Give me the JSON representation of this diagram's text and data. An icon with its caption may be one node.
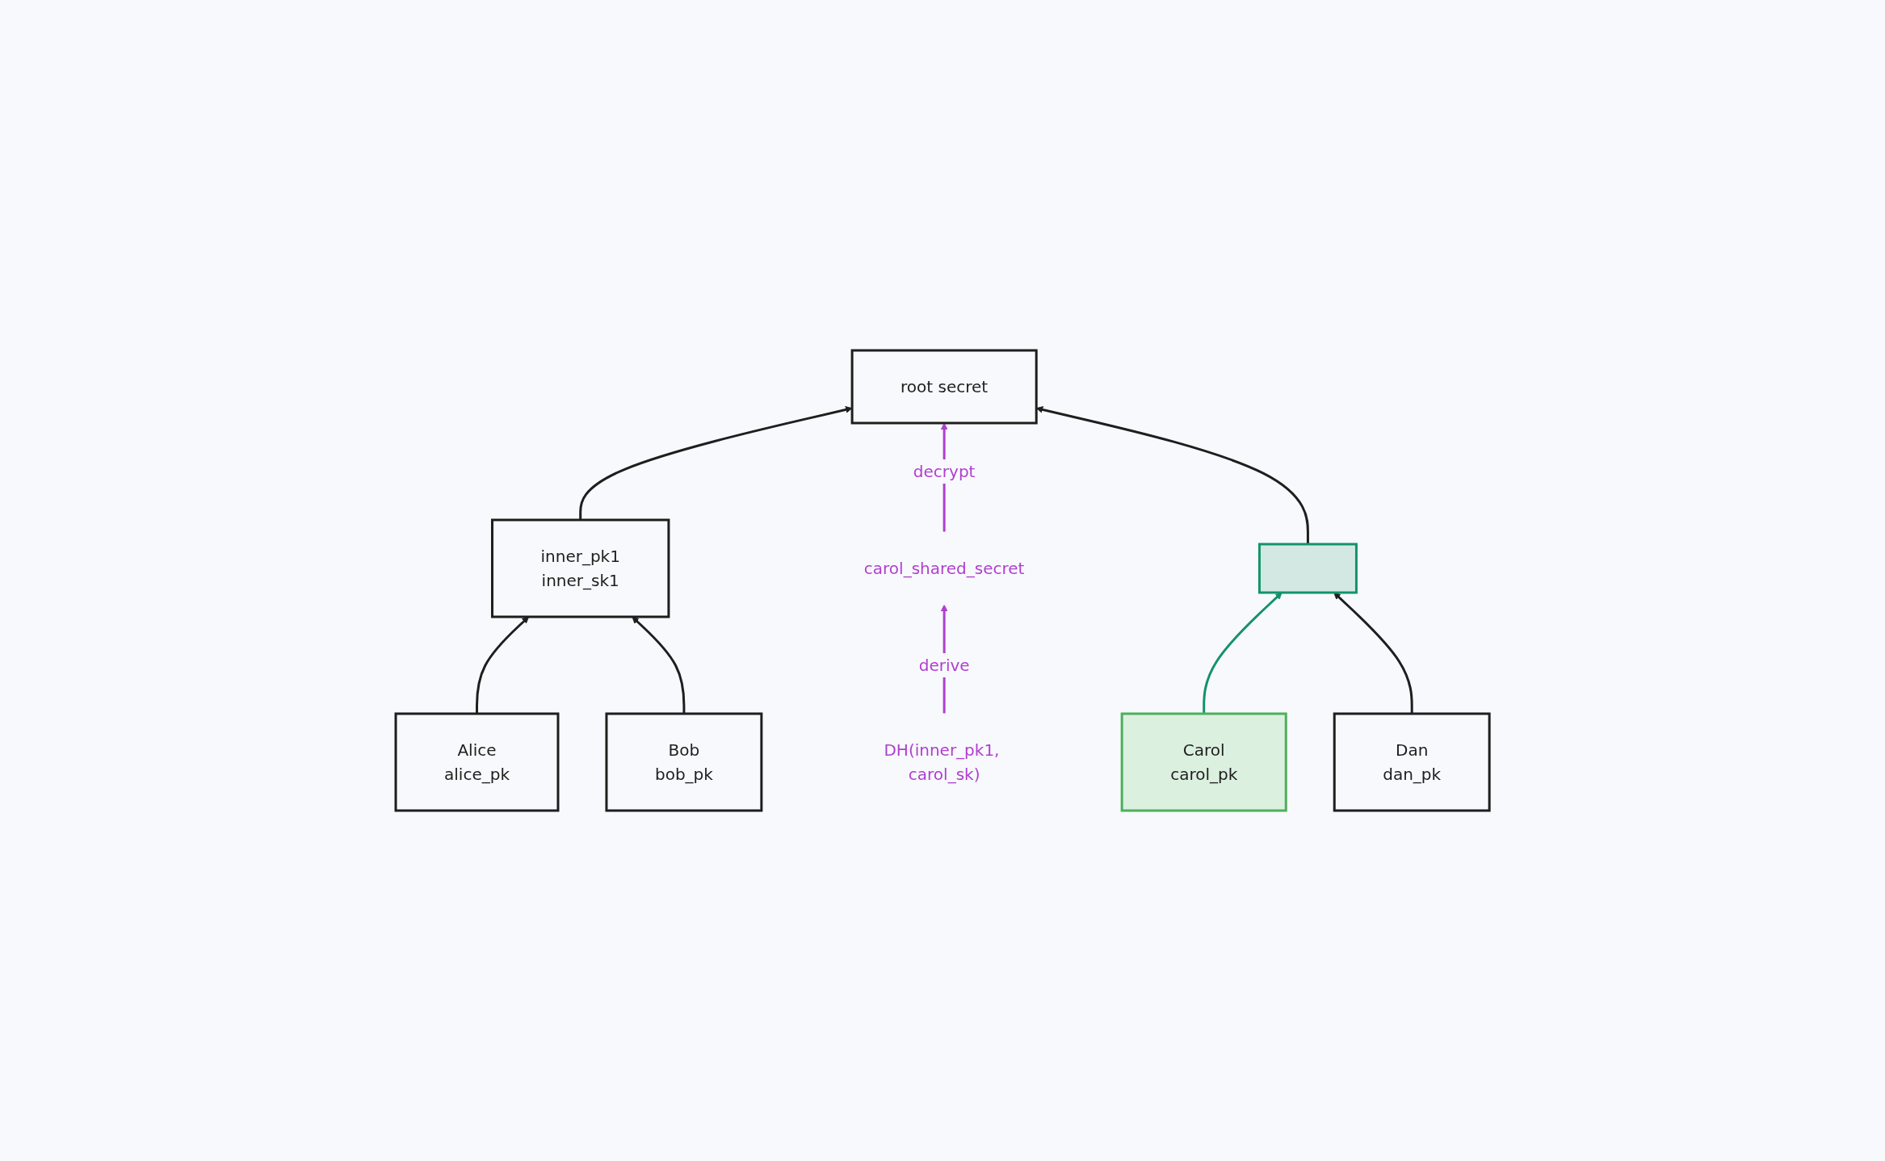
{
  "diagram": {
    "nodes": [
      {
        "text": [
          "root secret"
        ]
      },
      {
        "text": [
          "inner_pk1",
          "inner_sk1"
        ]
      },
      {
        "text": [],
        "shape": "box"
      },
      {
        "text": [
          "Alice",
          "alice_pk"
        ]
      },
      {
        "text": [
          "Bob",
          "bob_pk"
        ]
      },
      {
        "text": [
          "Carol",
          "carol_pk"
        ]
      },
      {
        "text": [
          "Dan",
          "dan_pk"
        ]
      },
      {
        "text": [
          "carol_shared_secret"
        ]
      },
      {
        "text": [
          "DH(inner_pk1, carol_sk)"
        ]
      }
    ],
    "edges": [
      {
        "from": 1,
        "to": 0,
        "arrow": "to"
      },
      {
        "from": 7,
        "to": 0,
        "arrow": "to",
        "label": "decrypt",
        "color": "#b03fd0"
      },
      {
        "from": 2,
        "to": 0,
        "arrow": "to"
      },
      {
        "from": 8,
        "to": 7,
        "arrow": "to",
        "label": "derive",
        "color": "#b03fd0"
      },
      {
        "from": 3,
        "to": 1,
        "arrow": "to"
      },
      {
        "from": 4,
        "to": 1,
        "arrow": "to"
      },
      {
        "from": 5,
        "to": 2,
        "arrow": "to",
        "color": "#13936a"
      },
      {
        "from": 6,
        "to": 2,
        "arrow": "to"
      }
    ]
  }
}
